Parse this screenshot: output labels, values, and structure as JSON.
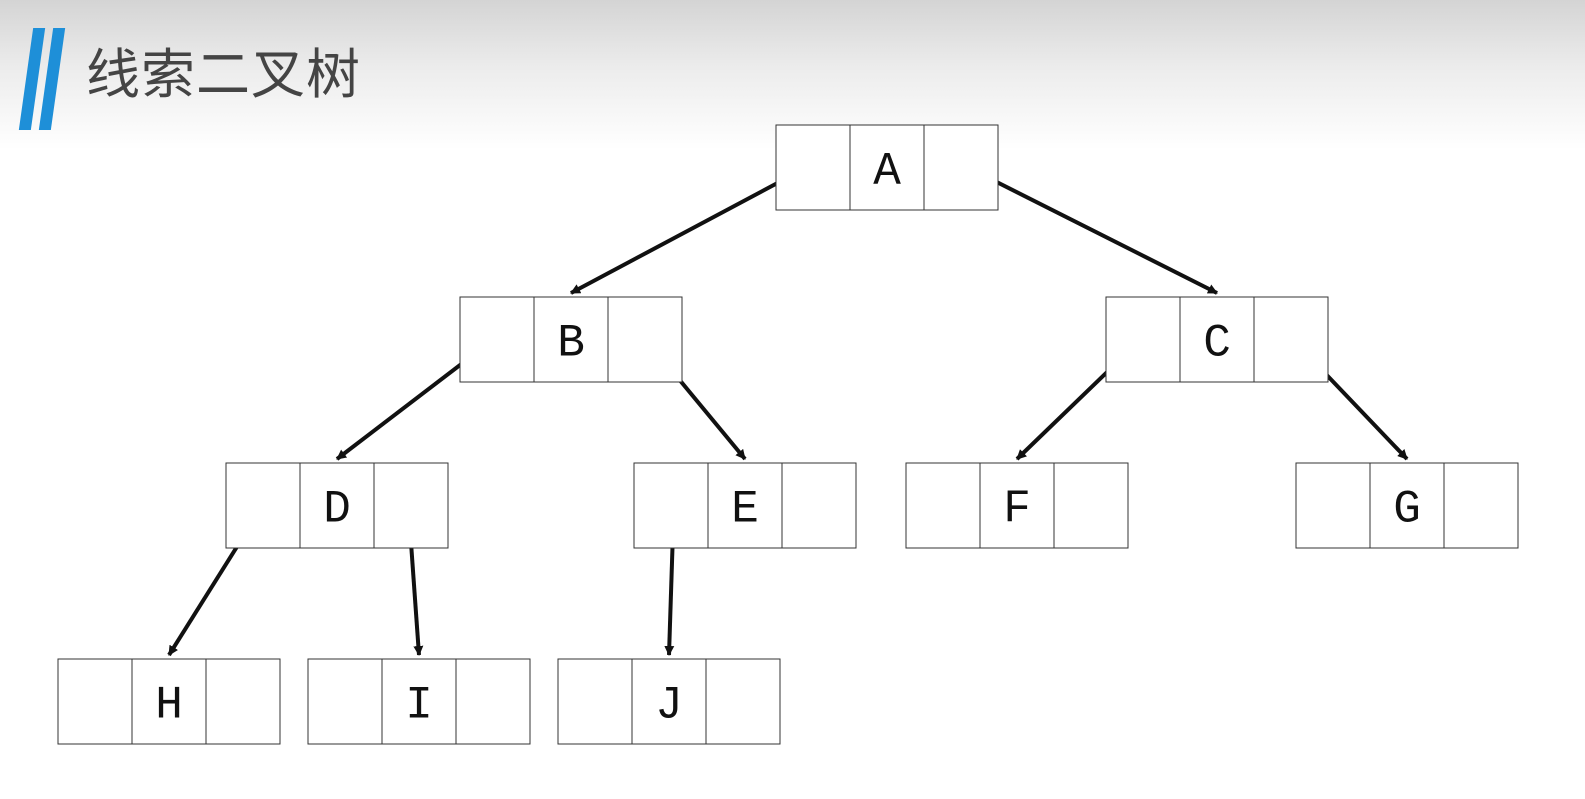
{
  "title": "线索二叉树",
  "colors": {
    "accent": "#1e8fd8",
    "title_text": "#444444",
    "node_border": "#333333",
    "arrow": "#111111"
  },
  "nodes": [
    {
      "id": "A",
      "label": "A"
    },
    {
      "id": "B",
      "label": "B"
    },
    {
      "id": "C",
      "label": "C"
    },
    {
      "id": "D",
      "label": "D"
    },
    {
      "id": "E",
      "label": "E"
    },
    {
      "id": "F",
      "label": "F"
    },
    {
      "id": "G",
      "label": "G"
    },
    {
      "id": "H",
      "label": "H"
    },
    {
      "id": "I",
      "label": "I"
    },
    {
      "id": "J",
      "label": "J"
    }
  ],
  "edges": [
    {
      "from": "A",
      "to": "B",
      "side": "left"
    },
    {
      "from": "A",
      "to": "C",
      "side": "right"
    },
    {
      "from": "B",
      "to": "D",
      "side": "left"
    },
    {
      "from": "B",
      "to": "E",
      "side": "right"
    },
    {
      "from": "C",
      "to": "F",
      "side": "left"
    },
    {
      "from": "C",
      "to": "G",
      "side": "right"
    },
    {
      "from": "D",
      "to": "H",
      "side": "left"
    },
    {
      "from": "D",
      "to": "I",
      "side": "right"
    },
    {
      "from": "E",
      "to": "J",
      "side": "left"
    }
  ]
}
